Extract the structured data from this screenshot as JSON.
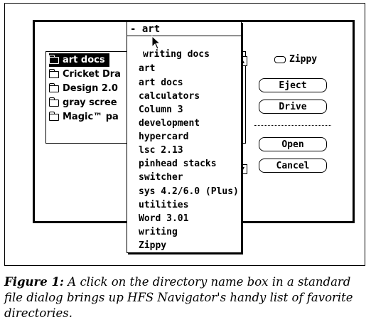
{
  "popup": {
    "current": "art",
    "items": [
      "writing docs",
      "art",
      "art docs",
      "calculators",
      "Column 3",
      "development",
      "hypercard",
      "lsc 2.13",
      "pinhead stacks",
      "switcher",
      "sys 4.2/6.0 (Plus)",
      "utilities",
      "Word 3.01",
      "writing",
      "Zippy"
    ]
  },
  "files": [
    "art docs",
    "Cricket Dra",
    "Design 2.0",
    "gray scree",
    "Magic™ pa"
  ],
  "volume": "Zippy",
  "buttons": {
    "eject": "Eject",
    "drive": "Drive",
    "open": "Open",
    "cancel": "Cancel"
  },
  "caption": {
    "label": "Figure 1:",
    "text": "A click on the directory name box in a standard file dialog brings up HFS Navigator's handy list of favorite directories."
  }
}
